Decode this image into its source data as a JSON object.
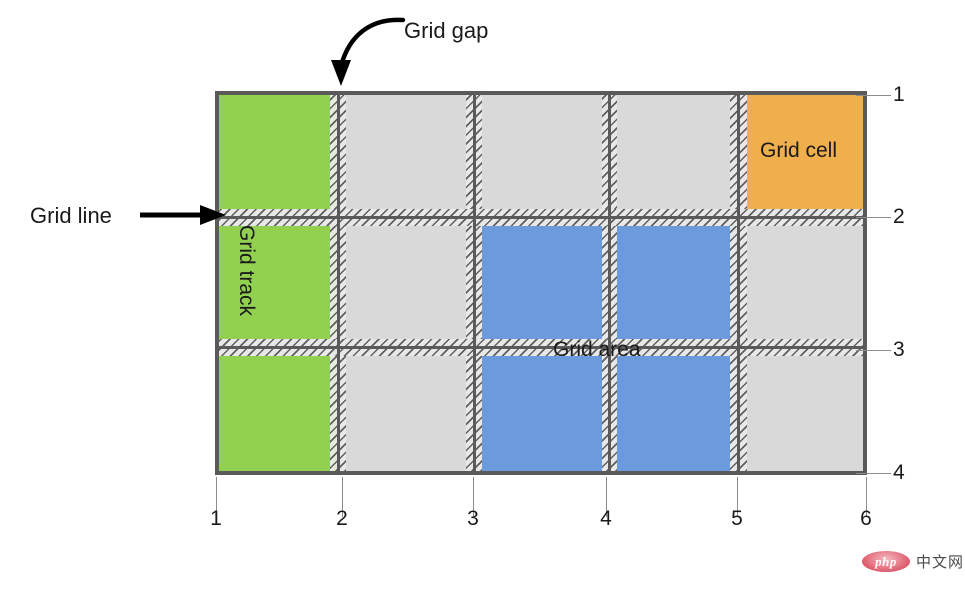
{
  "diagram": {
    "title": "CSS Grid terminology diagram",
    "colors": {
      "green_track": "#92d050",
      "blue_area": "#6b9bdc",
      "orange_cell": "#efaf4c",
      "gray_cell": "#d9d9d9",
      "border": "#5a5a5a",
      "gap_hatch": "#5f5f5f",
      "axis": "#8c8c8c",
      "text": "#1a1a1a"
    },
    "labels": {
      "grid_gap": "Grid gap",
      "grid_line": "Grid line",
      "grid_track": "Grid track",
      "grid_cell": "Grid cell",
      "grid_area": "Grid area"
    },
    "column_lines": [
      "1",
      "2",
      "3",
      "4",
      "5",
      "6"
    ],
    "row_lines": [
      "1",
      "2",
      "3",
      "4"
    ]
  },
  "watermark": {
    "logo_text": "php",
    "site_text": "中文网"
  }
}
